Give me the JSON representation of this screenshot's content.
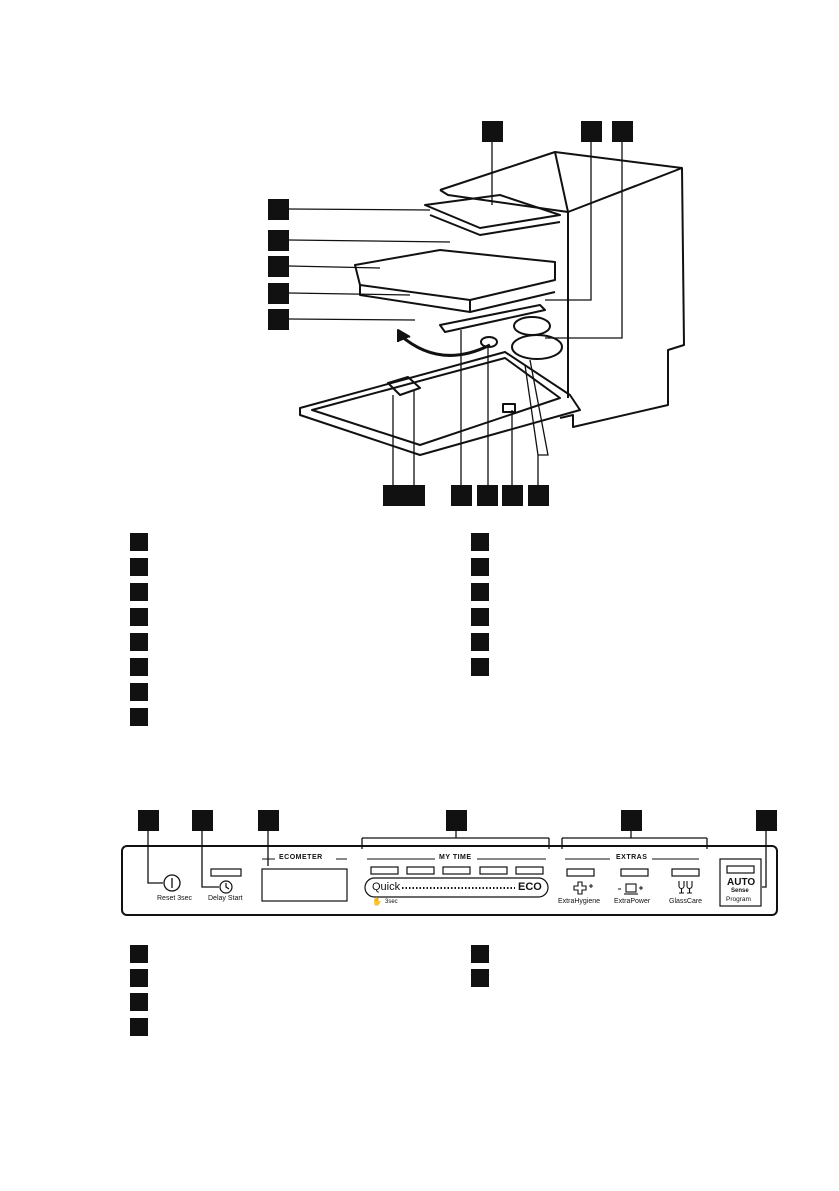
{
  "panel": {
    "ecometter_label": "ECOMETER",
    "mytime_label": "MY TIME",
    "extras_label": "EXTRAS",
    "reset_label": "Reset 3sec",
    "delay_label": "Delay Start",
    "quick_label": "Quick",
    "eco_label": "ECO",
    "three_sec_label": "3sec",
    "extrahygiene_label": "ExtraHygiene",
    "extrapower_label": "ExtraPower",
    "glasscare_label": "GlassCare",
    "auto_label": "AUTO",
    "sense_label": "Sense",
    "program_label": "Program"
  }
}
